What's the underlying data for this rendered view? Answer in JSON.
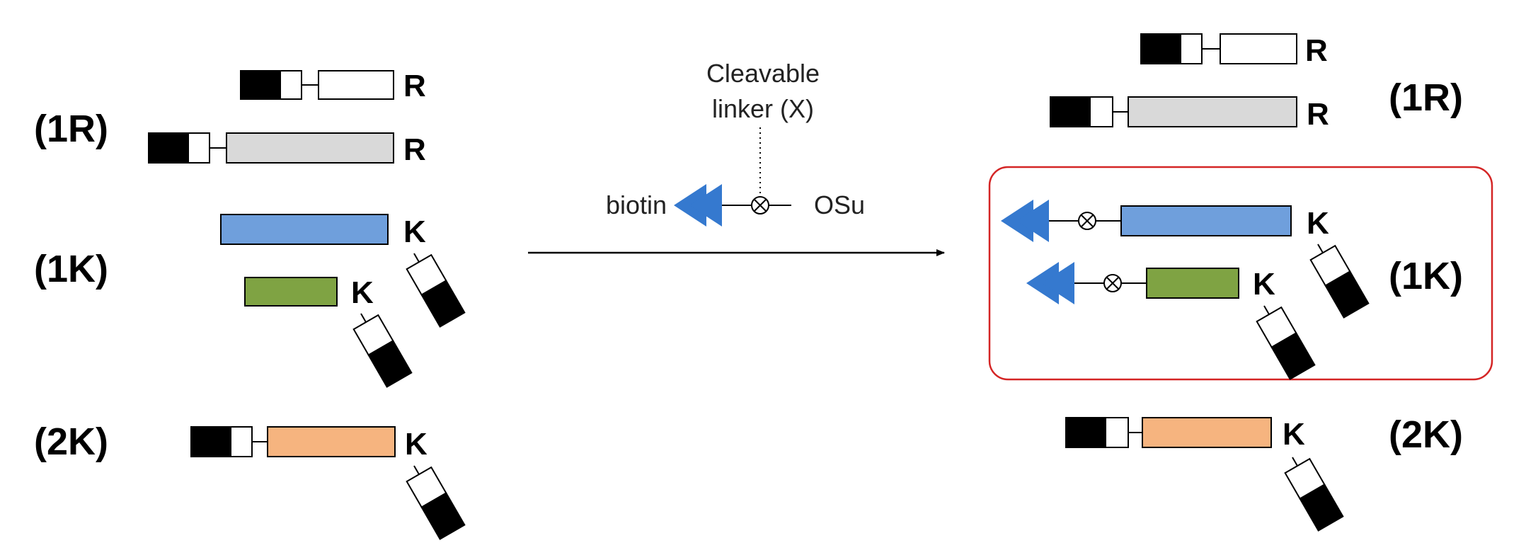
{
  "left": {
    "label_1R": "(1R)",
    "label_1K": "(1K)",
    "label_2K": "(2K)",
    "row_r_top": "R",
    "row_r_bottom": "R",
    "row_k_blue": "K",
    "row_k_green": "K",
    "row_k_orange": "K"
  },
  "reagent": {
    "linker_line1": "Cleavable",
    "linker_line2": "linker (X)",
    "biotin": "biotin",
    "osu": "OSu"
  },
  "right": {
    "label_1R": "(1R)",
    "label_1K": "(1K)",
    "label_2K": "(2K)",
    "row_r_top": "R",
    "row_r_bottom": "R",
    "row_k_blue": "K",
    "row_k_green": "K",
    "row_k_orange": "K"
  },
  "colors": {
    "black_tag": "#000000",
    "white_tag": "#ffffff",
    "gray_peptide": "#d9d9d9",
    "blue_peptide": "#6f9fdc",
    "green_peptide": "#7fa343",
    "orange_peptide": "#f6b47f",
    "biotin_blue": "#3579cf",
    "highlight_box": "#d42525"
  }
}
